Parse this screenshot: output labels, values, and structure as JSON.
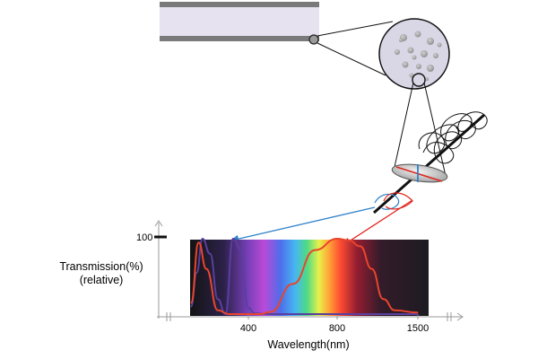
{
  "chart_data": {
    "type": "line",
    "ylabel": "Transmission(%)",
    "ylabel_sub": "(relative)",
    "xlabel": "Wavelength(nm)",
    "y_tick": "100",
    "x_ticks": [
      "400",
      "800",
      "1500"
    ],
    "axis_breaks": true,
    "background": "visible spectrum",
    "series": [
      {
        "color": "#5a3fa0",
        "x": [
          250,
          265,
          280,
          300,
          320,
          340,
          360,
          380,
          400,
          430,
          500,
          600,
          800,
          1000,
          1200,
          1500
        ],
        "y": [
          10,
          55,
          100,
          80,
          20,
          0,
          100,
          85,
          8,
          1,
          0,
          0,
          0,
          0,
          0,
          0
        ]
      },
      {
        "color": "#e8452c",
        "x": [
          250,
          270,
          290,
          320,
          350,
          380,
          400,
          450,
          500,
          600,
          700,
          800,
          900,
          1000,
          1100,
          1200,
          1300,
          1500
        ],
        "y": [
          15,
          95,
          60,
          5,
          0,
          0,
          0,
          0,
          3,
          40,
          85,
          100,
          98,
          90,
          60,
          20,
          5,
          2
        ]
      }
    ]
  },
  "colors": {
    "tube_band": "#7a7a7a",
    "tube_fill": "#e6e2f0",
    "particle_circle": "#d9d6e6",
    "lens": "#c8c8c8",
    "arrow_blue": "#2f83c9",
    "arrow_red": "#e0251e"
  },
  "icons": [
    "tube",
    "magnifier-circle",
    "particle",
    "lens",
    "wave-helix",
    "arrow"
  ]
}
